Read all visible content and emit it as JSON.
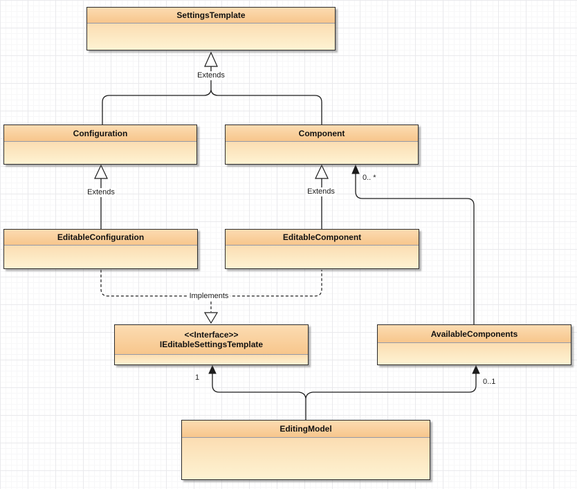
{
  "classes": {
    "settings_template": {
      "name": "SettingsTemplate"
    },
    "configuration": {
      "name": "Configuration"
    },
    "component": {
      "name": "Component"
    },
    "editable_configuration": {
      "name": "EditableConfiguration"
    },
    "editable_component": {
      "name": "EditableComponent"
    },
    "ieditable_settings_template": {
      "stereotype": "<<Interface>>",
      "name": "IEditableSettingsTemplate"
    },
    "available_components": {
      "name": "AvailableComponents"
    },
    "editing_model": {
      "name": "EditingModel"
    }
  },
  "edges": {
    "settings_generalization": {
      "type": "generalization",
      "label": "Extends"
    },
    "configuration_generalization": {
      "type": "generalization",
      "label": "Extends"
    },
    "component_generalization": {
      "type": "generalization",
      "label": "Extends"
    },
    "implements_realization": {
      "type": "realization",
      "label": "Implements"
    },
    "component_association": {
      "type": "association",
      "multiplicity": "0.. *"
    },
    "interface_association": {
      "type": "association",
      "multiplicity": "1"
    },
    "available_components_association": {
      "type": "association",
      "multiplicity": "0..1"
    }
  },
  "colors": {
    "class_header_top": "#FCDCB2",
    "class_header_bottom": "#F7C68C",
    "class_body_top": "#FBDDB2",
    "class_body_bottom": "#FEF3D3",
    "class_border": "#2B2B2B",
    "compartment_divider": "#9499A8",
    "connector": "#1C1C1C",
    "grid_major": "#E9E9EC",
    "grid_minor": "#F7F7F8",
    "canvas_background": "#FFFFFF"
  }
}
